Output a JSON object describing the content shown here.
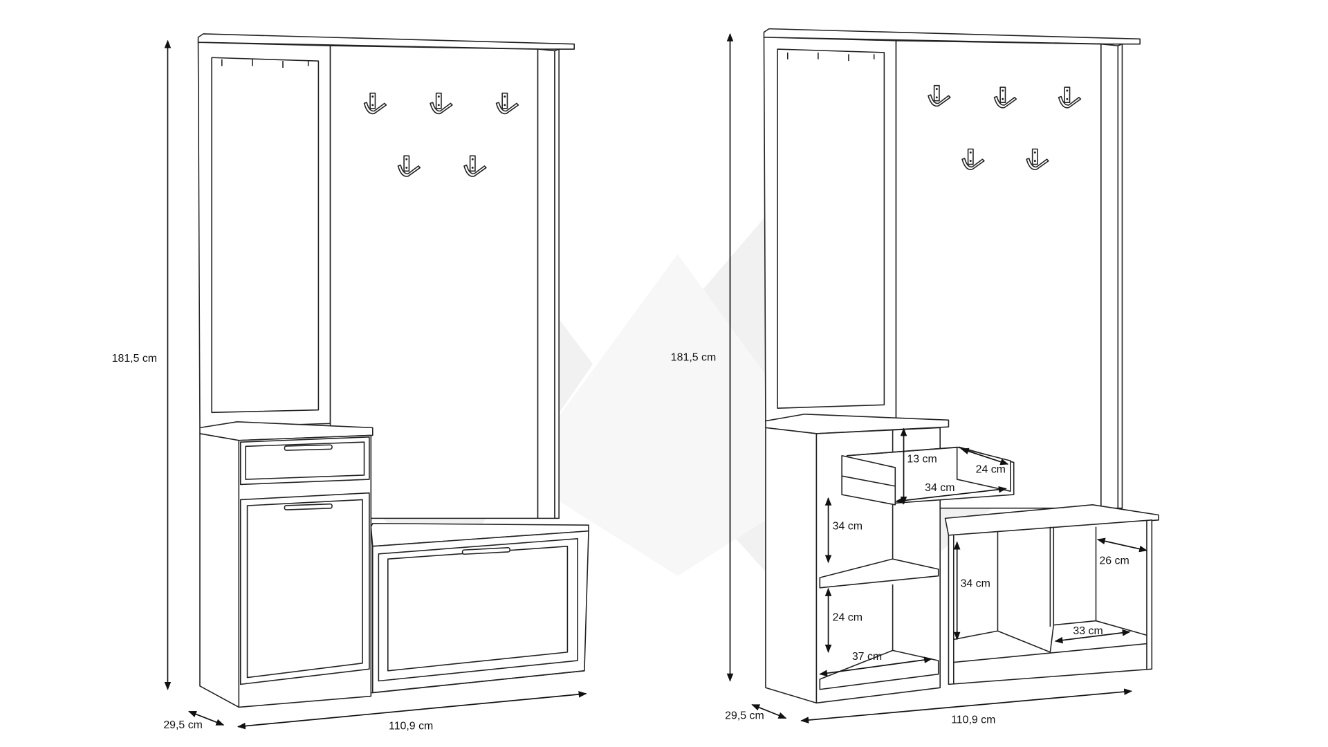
{
  "left_view": {
    "height_label": "181,5 cm",
    "depth_label": "29,5 cm",
    "width_label": "110,9 cm"
  },
  "right_view": {
    "height_label": "181,5 cm",
    "depth_label": "29,5 cm",
    "width_label": "110,9 cm",
    "drawer_height": "13 cm",
    "drawer_depth": "24 cm",
    "drawer_width": "34 cm",
    "upper_shelf_height": "34 cm",
    "lower_shelf_height": "24 cm",
    "shelf_width": "37 cm",
    "bench_height": "34 cm",
    "bench_depth": "26 cm",
    "bench_compartment_width": "33 cm"
  }
}
